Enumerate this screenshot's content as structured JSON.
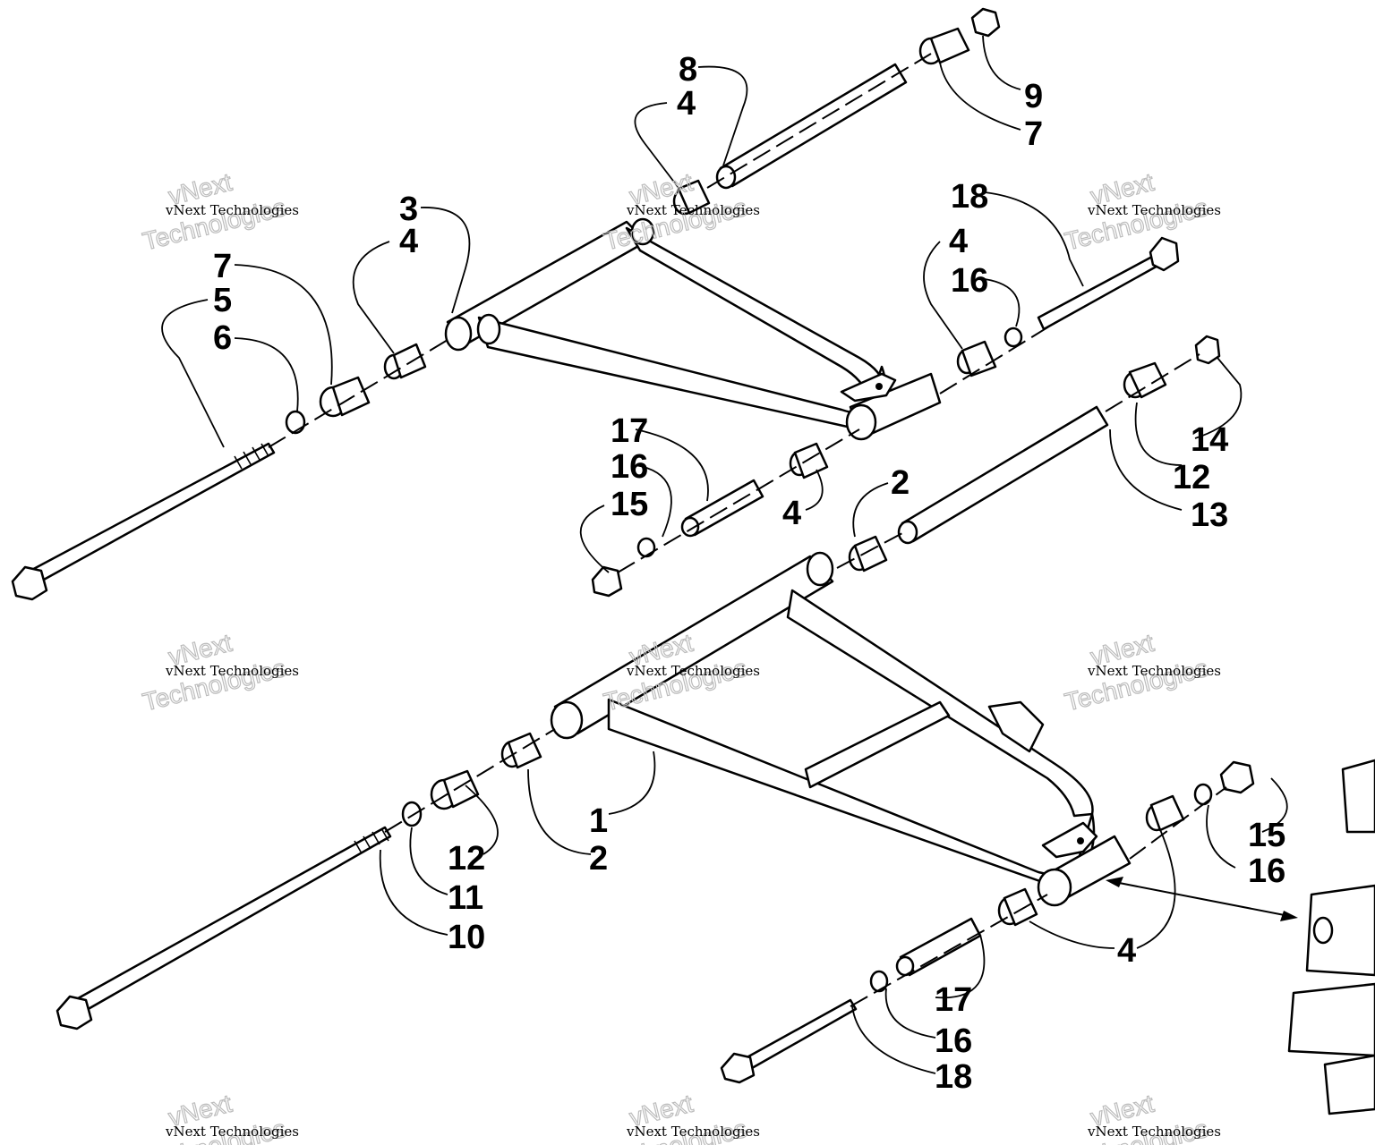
{
  "watermark": {
    "line1": "vNext Technologies",
    "line2": "vNext",
    "line3": "Technologies"
  },
  "callouts": [
    {
      "id": "c1",
      "text": "1"
    },
    {
      "id": "c2a",
      "text": "2"
    },
    {
      "id": "c2b",
      "text": "2"
    },
    {
      "id": "c3",
      "text": "3"
    },
    {
      "id": "c4a",
      "text": "4"
    },
    {
      "id": "c4b",
      "text": "4"
    },
    {
      "id": "c4c",
      "text": "4"
    },
    {
      "id": "c4d",
      "text": "4"
    },
    {
      "id": "c4e",
      "text": "4"
    },
    {
      "id": "c5",
      "text": "5"
    },
    {
      "id": "c6",
      "text": "6"
    },
    {
      "id": "c7a",
      "text": "7"
    },
    {
      "id": "c7b",
      "text": "7"
    },
    {
      "id": "c8",
      "text": "8"
    },
    {
      "id": "c9",
      "text": "9"
    },
    {
      "id": "c10",
      "text": "10"
    },
    {
      "id": "c11",
      "text": "11"
    },
    {
      "id": "c12a",
      "text": "12"
    },
    {
      "id": "c12b",
      "text": "12"
    },
    {
      "id": "c13",
      "text": "13"
    },
    {
      "id": "c14",
      "text": "14"
    },
    {
      "id": "c15a",
      "text": "15"
    },
    {
      "id": "c15b",
      "text": "15"
    },
    {
      "id": "c16a",
      "text": "16"
    },
    {
      "id": "c16b",
      "text": "16"
    },
    {
      "id": "c16c",
      "text": "16"
    },
    {
      "id": "c16d",
      "text": "16"
    },
    {
      "id": "c17a",
      "text": "17"
    },
    {
      "id": "c17b",
      "text": "17"
    },
    {
      "id": "c18a",
      "text": "18"
    },
    {
      "id": "c18b",
      "text": "18"
    }
  ]
}
